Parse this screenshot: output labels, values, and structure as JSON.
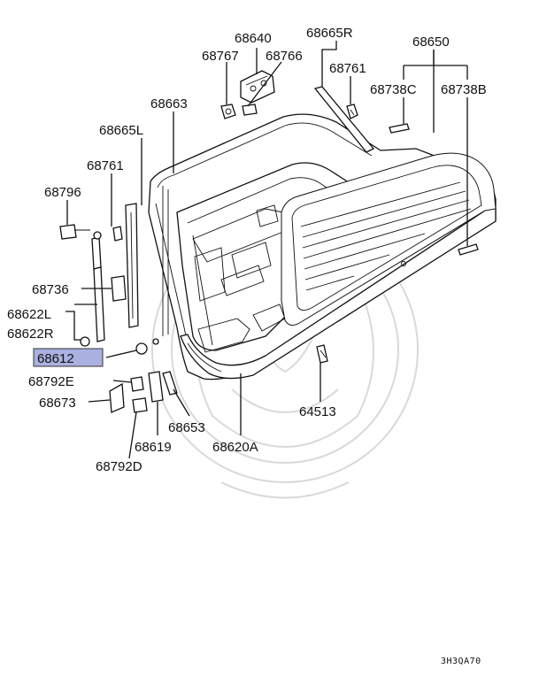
{
  "diagram": {
    "highlight_color": "#aab0e0",
    "highlighted_part": "68612",
    "drawing_code": "3H3QA70",
    "watermark": "seal-logo",
    "part_labels": [
      "68640",
      "68665R",
      "68650",
      "68767",
      "68766",
      "68761",
      "68738C",
      "68738B",
      "68663",
      "68665L",
      "68761",
      "68796",
      "68736",
      "68622L",
      "68622R",
      "68612",
      "68792E",
      "68673",
      "68653",
      "68619",
      "68620A",
      "68792D",
      "64513"
    ]
  }
}
